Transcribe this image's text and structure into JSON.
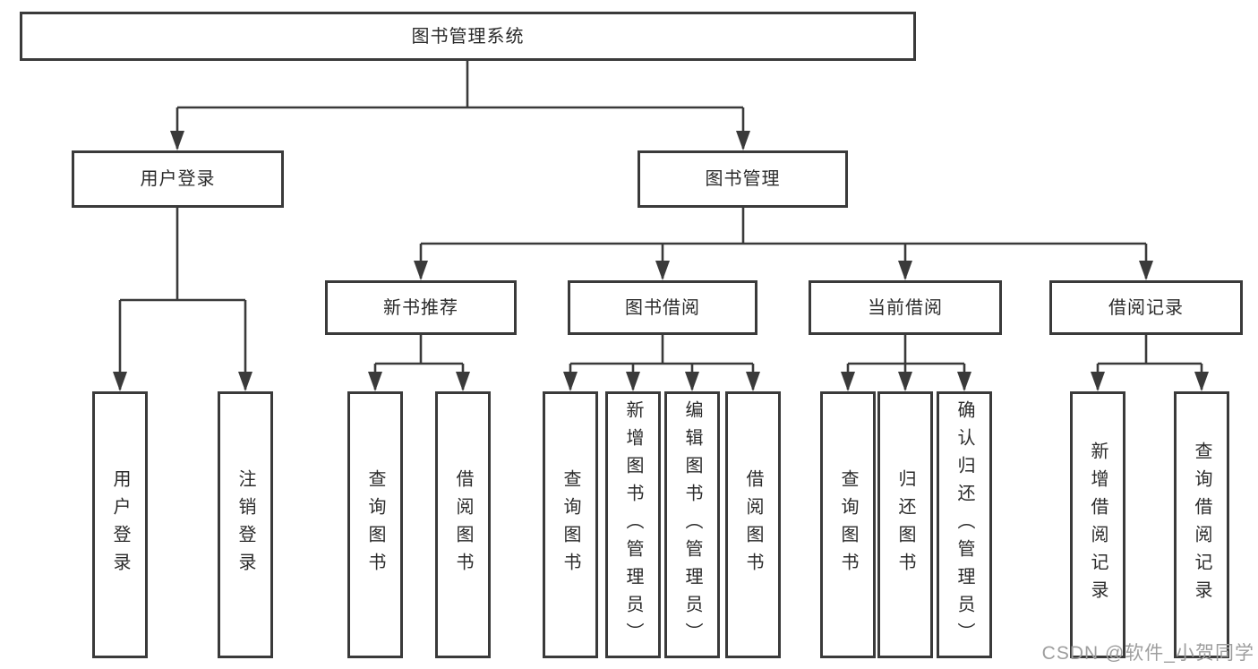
{
  "root": {
    "label": "图书管理系统"
  },
  "level2": [
    {
      "label": "用户登录"
    },
    {
      "label": "图书管理"
    }
  ],
  "level3": [
    {
      "label": "新书推荐"
    },
    {
      "label": "图书借阅"
    },
    {
      "label": "当前借阅"
    },
    {
      "label": "借阅记录"
    }
  ],
  "leaves": [
    {
      "label": "用户登录"
    },
    {
      "label": "注销登录"
    },
    {
      "label": "查询图书"
    },
    {
      "label": "借阅图书"
    },
    {
      "label": "查询图书"
    },
    {
      "label": "新增图书（管理员）"
    },
    {
      "label": "编辑图书（管理员）"
    },
    {
      "label": "借阅图书"
    },
    {
      "label": "查询图书"
    },
    {
      "label": "归还图书"
    },
    {
      "label": "确认归还（管理员）"
    },
    {
      "label": "新增借阅记录"
    },
    {
      "label": "查询借阅记录"
    }
  ],
  "watermark": {
    "text": "CSDN @软件_小贺同学"
  },
  "colors": {
    "line": "#3a3a3a",
    "text": "#2b2b2b",
    "background": "#ffffff",
    "watermark": "#9e9e9e"
  }
}
